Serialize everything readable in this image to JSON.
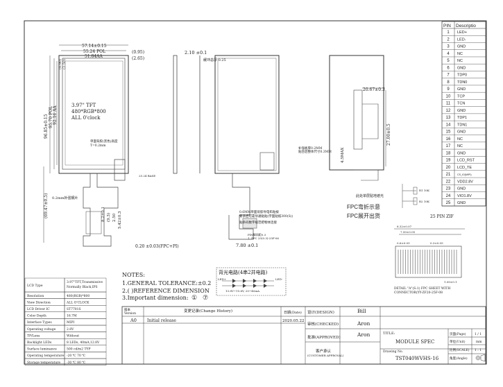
{
  "pin_table": {
    "header_pin": "PIN",
    "header_desc": "Descriptio",
    "rows": [
      {
        "pin": "1",
        "desc": "LED+"
      },
      {
        "pin": "2",
        "desc": "LED-"
      },
      {
        "pin": "3",
        "desc": "GND"
      },
      {
        "pin": "4",
        "desc": "NC"
      },
      {
        "pin": "5",
        "desc": "NC"
      },
      {
        "pin": "6",
        "desc": "GND"
      },
      {
        "pin": "7",
        "desc": "TDP0"
      },
      {
        "pin": "8",
        "desc": "TDN0"
      },
      {
        "pin": "9",
        "desc": "GND"
      },
      {
        "pin": "10",
        "desc": "TCP"
      },
      {
        "pin": "11",
        "desc": "TCN"
      },
      {
        "pin": "12",
        "desc": "GND"
      },
      {
        "pin": "13",
        "desc": "TDP1"
      },
      {
        "pin": "14",
        "desc": "TDN1"
      },
      {
        "pin": "15",
        "desc": "GND"
      },
      {
        "pin": "16",
        "desc": "NC"
      },
      {
        "pin": "17",
        "desc": "NC"
      },
      {
        "pin": "18",
        "desc": "GND"
      },
      {
        "pin": "19",
        "desc": "LCD_RST"
      },
      {
        "pin": "20",
        "desc": "LCD_TE"
      },
      {
        "pin": "21",
        "desc": "CS_IO(MIPI)"
      },
      {
        "pin": "22",
        "desc": "VDD2.8V"
      },
      {
        "pin": "23",
        "desc": "GND"
      },
      {
        "pin": "24",
        "desc": "VIO1.8V"
      },
      {
        "pin": "25",
        "desc": "GND"
      }
    ]
  },
  "front_view": {
    "dims_top": [
      "57.14±0.15",
      "55.24 POL",
      "51.84AA"
    ],
    "dims_top_right": [
      "(0.95)",
      "(2.65)"
    ],
    "dims_left": [
      "(0.90)",
      "(2.50)",
      "96.85±0.15",
      "95.70 POL",
      "92.16 AA"
    ],
    "center_text": [
      "3.97\" TFT",
      "480*RGB*800",
      "ALL 0'clock"
    ],
    "small_note": "单面背胶(黑色)高度\nT=0.2mm",
    "fpc_len": "(69.47±0.5)",
    "fpc_label": "0.2mm补强钢片",
    "bottom_dims": [
      "8.2±0.1",
      "(9.3)",
      "2.50",
      "5.42±0.3"
    ],
    "bottom_note": "0.20 ±0.03(FPC+PI)"
  },
  "side_view": {
    "thickness": "2.10 ±0.1",
    "note": "缓冲总厚 0.25",
    "fpc_note": "0.6MM单面背胶导电布贴按\n要求后可靠导通贴贴(字面贴纸300(S))",
    "label_note": "贴条码数字规范把物体连接",
    "stiff_note": "7.80 ±0.1",
    "pinnote": "PIN脚间距0.3\n1, FPC 25(0.3)-25F-06"
  },
  "back_view": {
    "dim_fpc": "20.67±0.3",
    "dim_height": "27.00±0.5",
    "dim_max": "4.5MAX",
    "note1": "补强板厚0.2MM\n贴合后整体尺寸0.3MM",
    "fpc_note": "此处单层贴地遮光",
    "fpc_bend": "FPC弯折示意",
    "fpc_ship": "FPC展开出货"
  },
  "connector": {
    "title": "25 PIN ZIF",
    "dims": [
      "8.32±0.07",
      "7.50±0.05",
      "0.6±0.05",
      "0.3±0.05",
      "1.00±0.1"
    ],
    "detail": "DETAIL \"A\"(S:1) FPC SHEET WITH\nCONNECTOR(YY-ZF20-25F-08"
  },
  "circuit": {
    "title": "背光电路(4串2并电路)",
    "labels": [
      "LED+",
      "LED-",
      "13.8V~15.6V, 20~40mA"
    ]
  },
  "schematic": {
    "labels": [
      "R1 10K",
      "R2 10K"
    ]
  },
  "notes": {
    "header": "NOTES:",
    "items": [
      "1.GENERAL TOLERANCE:±0.2",
      "2.(  )REFERENCE DIMENSION",
      "3.Important dimension:"
    ],
    "marks": [
      "①",
      "⑦"
    ]
  },
  "spec_table": [
    {
      "k": "LCD Type",
      "v": "3.97\"TFT,Transmissive\nNormally Black,IPS"
    },
    {
      "k": "Resolution",
      "v": "480(RGB)*800"
    },
    {
      "k": "View Direction",
      "v": "ALL O'CLOCK"
    },
    {
      "k": "LCD Driver IC",
      "v": "ST7701S"
    },
    {
      "k": "Color Depth",
      "v": "16.7M"
    },
    {
      "k": "Interface Types",
      "v": "MIPI"
    },
    {
      "k": "Operating voltage",
      "v": "2.8V"
    },
    {
      "k": "TP/Lens",
      "v": "Without"
    },
    {
      "k": "Backlight LEDs",
      "v": "8 LEDs, 40mA,12.8V"
    },
    {
      "k": "Surface luminance",
      "v": "500 cd/m2 TYP"
    },
    {
      "k": "Operating temperature",
      "v": "-20 ℃ 70 ℃"
    },
    {
      "k": "Storage temperature",
      "v": "-30 ℃ 80 ℃"
    }
  ],
  "revision": {
    "h_version": "版本\nVersion",
    "h_history": "变更记录(Change History)",
    "h_date": "日期(Date)",
    "row_version": "A0",
    "row_history": "Initial release",
    "row_date": "2020.05.22"
  },
  "signoff": {
    "design_label": "设计(DESIGN)",
    "design_name": "Bill",
    "check_label": "审核(CHECKED)",
    "check_name": "Aron",
    "approve_label": "批准(APPROVED)",
    "approve_name": "Aron",
    "customer_label": "客户承认\n(CUSTOMER APPROVAL)"
  },
  "title_block": {
    "title_label": "TITLE:",
    "title": "MODULE SPEC",
    "drawing_label": "Drawing No.",
    "drawing_no": "TST040WVHS-16",
    "page_label": "页面(Page)",
    "page_val": "1 / 1",
    "unit_label": "单位(Unit)",
    "unit_val": "mm",
    "scale_label": "比例(SCALE)",
    "scale_val": "1 : 1",
    "angle_label": "角度(Angle)"
  }
}
